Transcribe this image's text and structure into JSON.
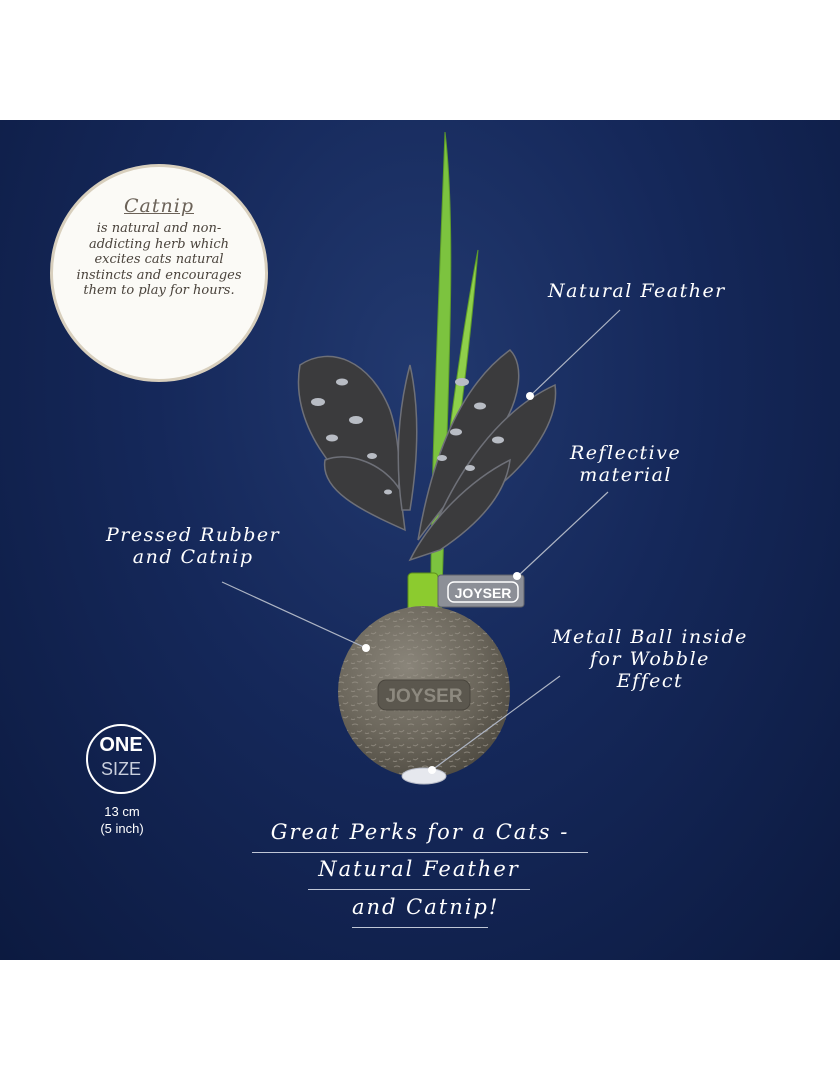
{
  "catnip": {
    "title": "Catnip",
    "text": "is natural and non-addicting herb which excites cats natural instincts and encourages them to play for hours."
  },
  "callouts": {
    "natural_feather": "Natural Feather",
    "reflective_line1": "Reflective",
    "reflective_line2": "material",
    "rubber_line1": "Pressed Rubber",
    "rubber_line2": "and Catnip",
    "metal_line1": "Metall Ball inside",
    "metal_line2": "for Wobble",
    "metal_line3": "Effect"
  },
  "product": {
    "brand_tag": "JOYSER",
    "brand_ball": "JOYSER"
  },
  "size": {
    "one": "ONE",
    "size": "SIZE",
    "cm": "13 cm",
    "inch": "(5 inch)"
  },
  "tagline": {
    "line1": "Great Perks for a Cats -",
    "line2": "Natural Feather",
    "line3": "and Catnip!"
  },
  "colors": {
    "background_top": "#22396f",
    "background_bottom": "#0c1a40",
    "grass_green": "#7cc33f",
    "feather_dark": "#3a3a3c",
    "ball_grey": "#6f6a5e"
  }
}
